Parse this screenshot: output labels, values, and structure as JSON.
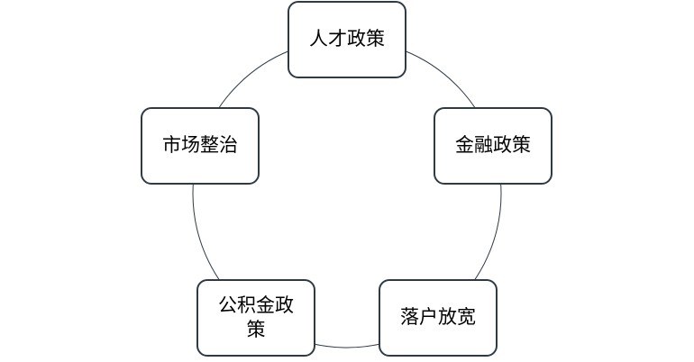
{
  "diagram": {
    "type": "cycle",
    "nodes": [
      {
        "id": "n1",
        "label": "人才政策"
      },
      {
        "id": "n2",
        "label": "金融政策"
      },
      {
        "id": "n3",
        "label": "落户放宽"
      },
      {
        "id": "n4",
        "label": "公积金政策"
      },
      {
        "id": "n5",
        "label": "市场整治"
      }
    ],
    "colors": {
      "border": "#2f3a45",
      "ring": "#2f3a45",
      "background": "#ffffff",
      "text": "#000000"
    }
  }
}
